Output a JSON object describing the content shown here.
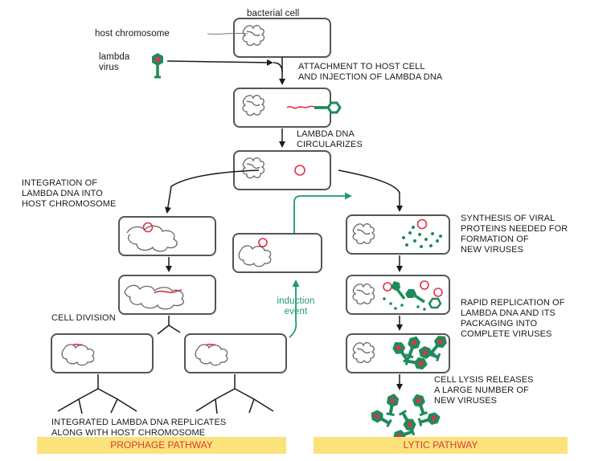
{
  "labels": {
    "bacterial_cell": "bacterial cell",
    "host_chromosome": "host chromosome",
    "lambda_virus": "lambda\nvirus",
    "attachment": "ATTACHMENT TO HOST CELL\nAND INJECTION OF LAMBDA DNA",
    "circularizes": "LAMBDA DNA\nCIRCULARIZES",
    "integration": "INTEGRATION OF\nLAMBDA DNA INTO\nHOST CHROMOSOME",
    "synthesis": "SYNTHESIS OF VIRAL\nPROTEINS NEEDED FOR\nFORMATION OF\nNEW VIRUSES",
    "replication": "RAPID REPLICATION OF\nLAMBDA DNA AND ITS\nPACKAGING INTO\nCOMPLETE VIRUSES",
    "cell_division": "CELL DIVISION",
    "induction": "induction\nevent",
    "lysis": "CELL LYSIS RELEASES\nA LARGE NUMBER OF\nNEW VIRUSES",
    "integrated_replicates": "INTEGRATED LAMBDA DNA REPLICATES\nALONG WITH HOST CHROMOSOME"
  },
  "banners": {
    "prophage": "PROPHAGE PATHWAY",
    "lytic": "LYTIC PATHWAY"
  },
  "colors": {
    "cell_border": "#555555",
    "host_dna": "#666666",
    "lambda_dna": "#e0304a",
    "virus_green": "#1f8a5a",
    "induction_green": "#1f9a6a",
    "banner_bg": "#fbe27a",
    "banner_text": "#d93a3a"
  }
}
